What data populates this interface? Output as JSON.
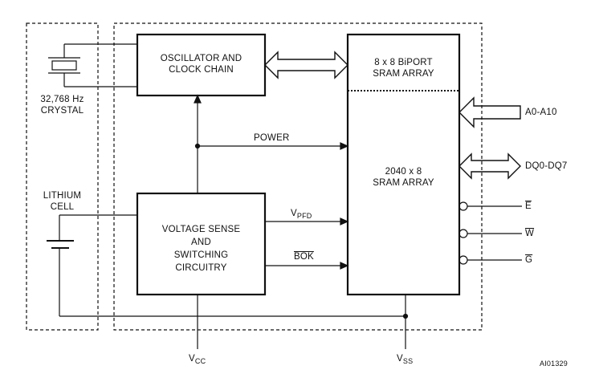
{
  "blocks": {
    "oscillator": {
      "line1": "OSCILLATOR AND",
      "line2": "CLOCK CHAIN"
    },
    "voltage_sense": {
      "line1": "VOLTAGE SENSE",
      "line2": "AND",
      "line3": "SWITCHING",
      "line4": "CIRCUITRY"
    },
    "sram_biport": {
      "line1": "8 x 8 BiPORT",
      "line2": "SRAM ARRAY"
    },
    "sram_main": {
      "line1": "2040 x 8",
      "line2": "SRAM ARRAY"
    }
  },
  "external": {
    "crystal": {
      "line1": "32,768 Hz",
      "line2": "CRYSTAL"
    },
    "battery": {
      "line1": "LITHIUM",
      "line2": "CELL"
    }
  },
  "signals": {
    "power": "POWER",
    "vpfd_main": "V",
    "vpfd_sub": "PFD",
    "bok": "BOK",
    "address": "A0-A10",
    "data": "DQ0-DQ7",
    "e_bar": "E",
    "w_bar": "W",
    "g_bar": "G",
    "vcc_main": "V",
    "vcc_sub": "CC",
    "vss_main": "V",
    "vss_sub": "SS"
  },
  "figure_code": "AI01329"
}
